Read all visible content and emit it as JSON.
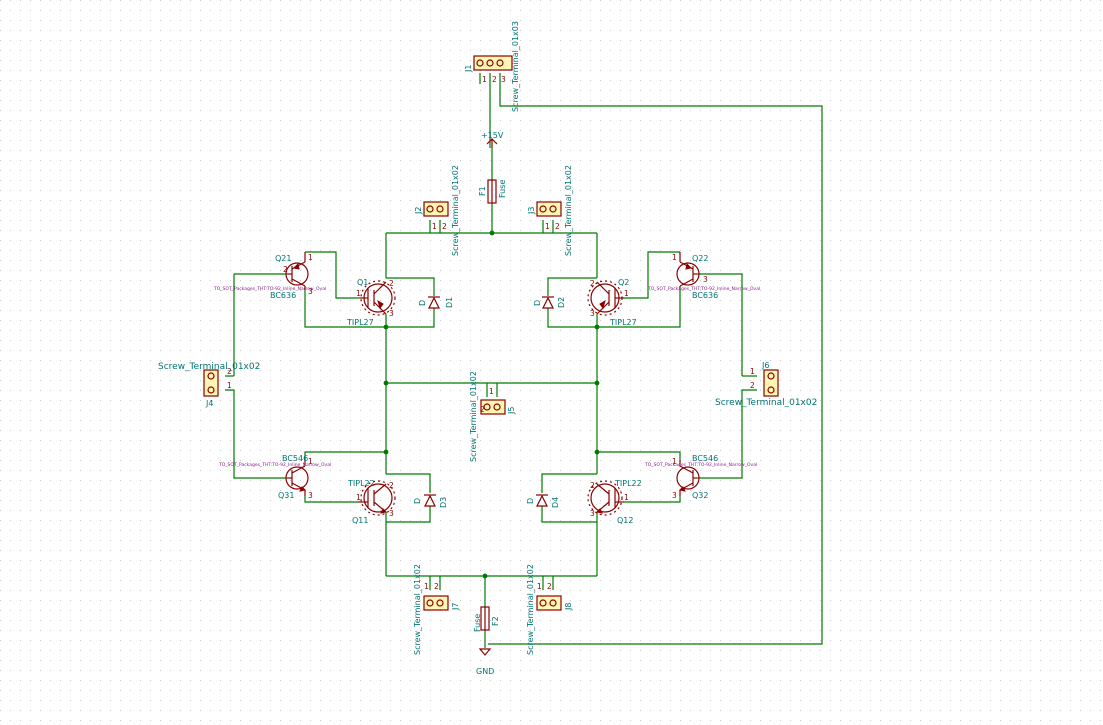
{
  "components": {
    "J1": {
      "ref": "J1",
      "value": "Screw_Terminal_01x03",
      "pins": [
        "1",
        "2",
        "3"
      ]
    },
    "J2": {
      "ref": "J2",
      "value": "Screw_Terminal_01x02",
      "pins": [
        "1",
        "2"
      ]
    },
    "J3": {
      "ref": "J3",
      "value": "Screw_Terminal_01x02",
      "pins": [
        "1",
        "2"
      ]
    },
    "J4": {
      "ref": "J4",
      "value": "Screw_Terminal_01x02",
      "pins": [
        "2",
        "1"
      ]
    },
    "J5": {
      "ref": "J5",
      "value": "Screw_Terminal_01x02",
      "pins": [
        "1",
        "2"
      ]
    },
    "J6": {
      "ref": "J6",
      "value": "Screw_Terminal_01x02",
      "pins": [
        "1",
        "2"
      ]
    },
    "J7": {
      "ref": "J7",
      "value": "Screw_Terminal_01x02",
      "pins": [
        "1",
        "2"
      ]
    },
    "J8": {
      "ref": "J8",
      "value": "Screw_Terminal_01x02",
      "pins": [
        "1",
        "2"
      ]
    },
    "F1": {
      "ref": "F1",
      "value": "Fuse"
    },
    "F2": {
      "ref": "F2",
      "value": "Fuse"
    },
    "Q1": {
      "ref": "Q1",
      "value": "TIPL27"
    },
    "Q2": {
      "ref": "Q2",
      "value": "TIPL27"
    },
    "Q11": {
      "ref": "Q11",
      "value": "TIPL22"
    },
    "Q12": {
      "ref": "Q12",
      "value": "TIPL22"
    },
    "Q21": {
      "ref": "Q21",
      "value": "BC636",
      "footprint": "TO_SOT_Packages_THT:TO-92_Inline_Narrow_Oval"
    },
    "Q22": {
      "ref": "Q22",
      "value": "BC636",
      "footprint": "TO_SOT_Packages_THT:TO-92_Inline_Narrow_Oval"
    },
    "Q31": {
      "ref": "Q31",
      "value": "BC546",
      "footprint": "TO_SOT_Packages_THT:TO-92_Inline_Narrow_Oval"
    },
    "Q32": {
      "ref": "Q32",
      "value": "BC546",
      "footprint": "TO_SOT_Packages_THT:TO-92_Inline_Narrow_Oval"
    },
    "D1": {
      "ref": "D1",
      "value": "D"
    },
    "D2": {
      "ref": "D2",
      "value": "D"
    },
    "D3": {
      "ref": "D3",
      "value": "D"
    },
    "D4": {
      "ref": "D4",
      "value": "D"
    }
  },
  "power": {
    "vcc": "+15V",
    "gnd": "GND"
  },
  "colors": {
    "wire": "#007a00",
    "part": "#8b0000",
    "text": "#007373",
    "connector_fill": "#fff7b3",
    "footprint": "#8b1a8b"
  }
}
